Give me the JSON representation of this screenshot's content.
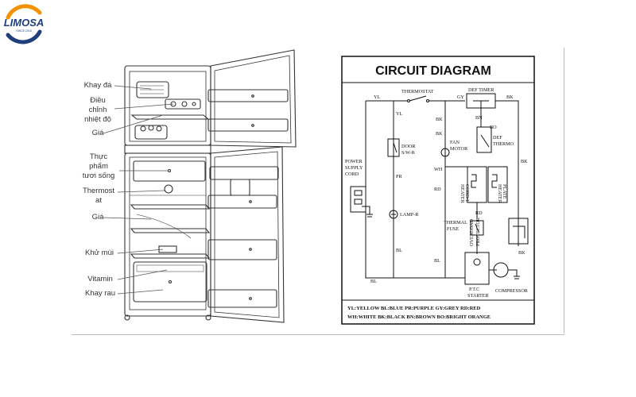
{
  "logo": {
    "name": "LIMOSA",
    "tagline": "SINCE 2016",
    "colors": {
      "blue": "#1e3f7a",
      "orange": "#f39200"
    }
  },
  "fridge": {
    "labels": [
      {
        "id": "ice-tray",
        "lines": [
          "Khay đá"
        ]
      },
      {
        "id": "temp-control",
        "lines": [
          "Điều",
          "chỉnh",
          "nhiệt độ"
        ]
      },
      {
        "id": "shelf-top",
        "lines": [
          "Giá"
        ]
      },
      {
        "id": "fresh-food",
        "lines": [
          "Thực",
          "phẩm",
          "tươi sống"
        ]
      },
      {
        "id": "thermostat",
        "lines": [
          "Thermost",
          "at"
        ]
      },
      {
        "id": "shelf-mid",
        "lines": [
          "Giá"
        ]
      },
      {
        "id": "deodorizer",
        "lines": [
          "Khử mùi"
        ]
      },
      {
        "id": "vitamin",
        "lines": [
          "Vitamin"
        ]
      },
      {
        "id": "veg-tray",
        "lines": [
          "Khay rau"
        ]
      }
    ]
  },
  "circuit": {
    "title": "CIRCUIT DIAGRAM",
    "components": {
      "thermostat": "THERMOSTAT",
      "def_timer": "DEF TIMER",
      "door_sw": [
        "DOOR",
        "S/W-R"
      ],
      "power_cord": [
        "POWER",
        "SUPPLY",
        "CORD"
      ],
      "fan_motor": [
        "FAN",
        "MOTOR"
      ],
      "def_thermo": [
        "DEF",
        "THERMO"
      ],
      "heater_cord": [
        "HEATER",
        "CORD-L"
      ],
      "heater_plate": [
        "HEATER",
        "PLATE"
      ],
      "lamp": "LAMP-R",
      "thermal_fuse": [
        "THERMAL",
        "FUSE"
      ],
      "overload": [
        "OVERLOAD",
        "PROTECTOR"
      ],
      "ptc": [
        "P.T.C",
        "STARTER"
      ],
      "compressor": "COMPRESSOR"
    },
    "wire_labels": {
      "yl": "YL",
      "gy": "GY",
      "bk": "BK",
      "bl": "BL",
      "pr": "PR",
      "wh": "WH",
      "rd": "RD",
      "bn": "BN",
      "bo": "BO"
    },
    "legend": [
      "YL:YELLOW BL:BLUE   PR:PURPLE  GY:GREY   RD:RED",
      "WH:WHITE   BK:BLACK BN:BROWN    BO:BRIGHT ORANGE"
    ]
  }
}
